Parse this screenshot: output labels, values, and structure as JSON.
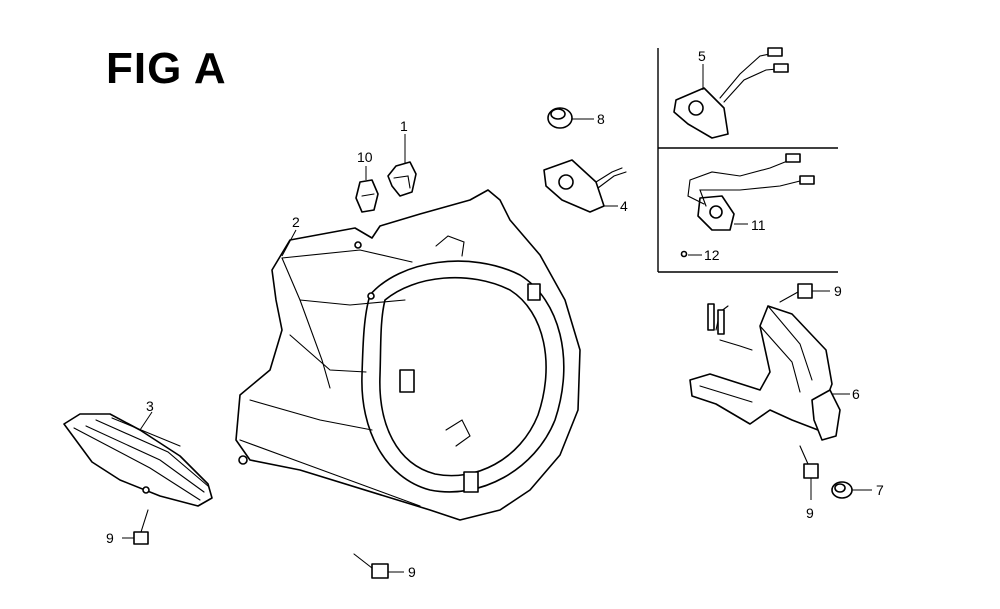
{
  "figure": {
    "title": "FIG A"
  },
  "callouts": [
    {
      "id": "c1",
      "label": "1"
    },
    {
      "id": "c2",
      "label": "2"
    },
    {
      "id": "c3",
      "label": "3"
    },
    {
      "id": "c4",
      "label": "4"
    },
    {
      "id": "c5",
      "label": "5"
    },
    {
      "id": "c6",
      "label": "6"
    },
    {
      "id": "c7",
      "label": "7"
    },
    {
      "id": "c8",
      "label": "8"
    },
    {
      "id": "c9a",
      "label": "9"
    },
    {
      "id": "c9b",
      "label": "9"
    },
    {
      "id": "c9c",
      "label": "9"
    },
    {
      "id": "c9d",
      "label": "9"
    },
    {
      "id": "c10",
      "label": "10"
    },
    {
      "id": "c11",
      "label": "11"
    },
    {
      "id": "c12",
      "label": "12"
    }
  ]
}
